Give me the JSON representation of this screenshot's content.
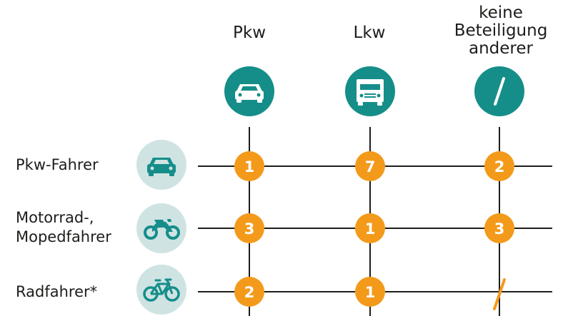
{
  "columns": [
    {
      "label_lines": [
        "Pkw"
      ],
      "icon": "car-icon"
    },
    {
      "label_lines": [
        "Lkw"
      ],
      "icon": "truck-icon"
    },
    {
      "label_lines": [
        "keine",
        "Beteiligung",
        "anderer"
      ],
      "icon": "slash-icon"
    }
  ],
  "rows": [
    {
      "label_lines": [
        "Pkw-Fahrer"
      ],
      "icon": "car-icon",
      "values": [
        "1",
        "7",
        "2"
      ]
    },
    {
      "label_lines": [
        "Motorrad-,",
        "Mopedfahrer"
      ],
      "icon": "motorcycle-icon",
      "values": [
        "3",
        "1",
        "3"
      ]
    },
    {
      "label_lines": [
        "Radfahrer*"
      ],
      "icon": "bicycle-icon",
      "values": [
        "2",
        "1",
        null
      ]
    }
  ],
  "colors": {
    "teal": "#158e8a",
    "light_teal": "#cfe3e3",
    "orange": "#f39a1b",
    "line": "#1d1d1b"
  }
}
